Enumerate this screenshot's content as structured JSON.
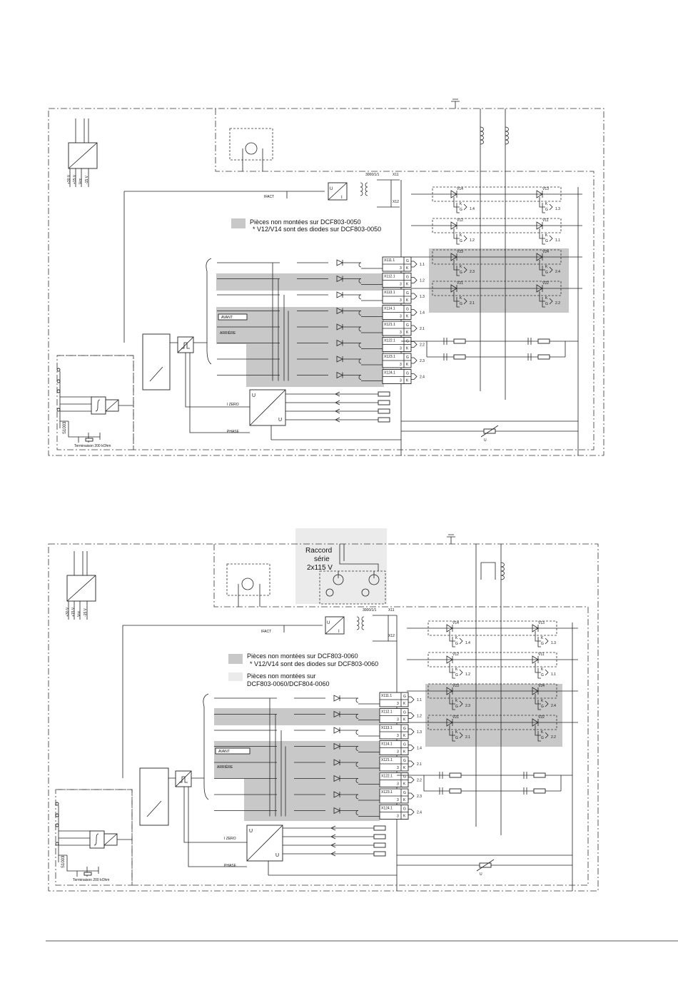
{
  "panel1": {
    "legend": {
      "dark": "Pièces non montées sur DCF803-0050",
      "note": "* V12/V14 sont des diodes sur DCF803-0050"
    },
    "labels": {
      "transformer": "3000/1/1",
      "x11": "X11",
      "x12": "X12",
      "ifact": "IFACT",
      "izero": "I ZERO",
      "phase": "PHASE",
      "avant": "AVANT",
      "arriere": "ARRIÈRE",
      "termination": "Terminaison 200 kOhm",
      "s1003": "S1003",
      "u": "U",
      "i": "I",
      "plus30": "+30 V",
      "plus15": "+15 V",
      "vcc": "Vcc",
      "minus15": "-15 V"
    },
    "connectors": [
      {
        "x": "X111.1",
        "n": "3",
        "g": "G",
        "k": "K",
        "ref": "1.1"
      },
      {
        "x": "X112.1",
        "n": "3",
        "g": "G",
        "k": "K",
        "ref": "1.2"
      },
      {
        "x": "X113.1",
        "n": "3",
        "g": "G",
        "k": "K",
        "ref": "1.3"
      },
      {
        "x": "X114.1",
        "n": "3",
        "g": "G",
        "k": "K",
        "ref": "1.4"
      },
      {
        "x": "X121.1",
        "n": "3",
        "g": "G",
        "k": "K",
        "ref": "2.1"
      },
      {
        "x": "X122.1",
        "n": "3",
        "g": "G",
        "k": "K",
        "ref": "2.2"
      },
      {
        "x": "X123.1",
        "n": "3",
        "g": "G",
        "k": "K",
        "ref": "2.3"
      },
      {
        "x": "X124.1",
        "n": "3",
        "g": "G",
        "k": "K",
        "ref": "2.4"
      }
    ],
    "thyristors": [
      {
        "name": "V14",
        "ref": "1.4"
      },
      {
        "name": "V13",
        "ref": "1.3"
      },
      {
        "name": "V12",
        "ref": "1.2"
      },
      {
        "name": "V11",
        "ref": "1.1"
      },
      {
        "name": "V23",
        "ref": "2.3"
      },
      {
        "name": "V24",
        "ref": "2.4"
      },
      {
        "name": "V21",
        "ref": "2.1"
      },
      {
        "name": "V22",
        "ref": "2.2"
      }
    ]
  },
  "panel2": {
    "legend": {
      "dark": "Pièces non montées sur DCF803-0060",
      "note": "* V12/V14 sont des diodes sur DCF803-0060",
      "light_line1": "Pièces non montées sur",
      "light_line2": "DCF803-0060/DCF804-0060"
    },
    "raccord": {
      "line1": "Raccord",
      "line2": "série",
      "line3": "2x115 V"
    },
    "labels": {
      "transformer": "3000/1/1",
      "x11": "X11",
      "x12": "X12",
      "ifact": "IFACT",
      "izero": "I ZERO",
      "phase": "PHASE",
      "avant": "AVANT",
      "arriere": "ARRIÈRE",
      "termination": "Terminaison 200 kOhm",
      "s1003": "S1003",
      "u": "U",
      "i": "I",
      "plus30": "+30 V",
      "plus15": "+15 V",
      "vcc": "Vcc",
      "minus15": "-15 V"
    },
    "connectors": [
      {
        "x": "X111.1",
        "n": "3",
        "g": "G",
        "k": "K",
        "ref": "1.1"
      },
      {
        "x": "X112.1",
        "n": "3",
        "g": "G",
        "k": "K",
        "ref": "1.2"
      },
      {
        "x": "X113.1",
        "n": "3",
        "g": "G",
        "k": "K",
        "ref": "1.3"
      },
      {
        "x": "X114.1",
        "n": "3",
        "g": "G",
        "k": "K",
        "ref": "1.4"
      },
      {
        "x": "X121.1",
        "n": "3",
        "g": "G",
        "k": "K",
        "ref": "2.1"
      },
      {
        "x": "X122.1",
        "n": "3",
        "g": "G",
        "k": "K",
        "ref": "2.2"
      },
      {
        "x": "X123.1",
        "n": "3",
        "g": "G",
        "k": "K",
        "ref": "2.3"
      },
      {
        "x": "X124.1",
        "n": "3",
        "g": "G",
        "k": "K",
        "ref": "2.4"
      }
    ],
    "thyristors": [
      {
        "name": "V14",
        "ref": "1.4"
      },
      {
        "name": "V13",
        "ref": "1.3"
      },
      {
        "name": "V12",
        "ref": "1.2"
      },
      {
        "name": "V11",
        "ref": "1.1"
      },
      {
        "name": "V23",
        "ref": "2.3"
      },
      {
        "name": "V24",
        "ref": "2.4"
      },
      {
        "name": "V21",
        "ref": "2.1"
      },
      {
        "name": "V22",
        "ref": "2.2"
      }
    ]
  },
  "colors": {
    "shade_dark": "#c8c8c8",
    "shade_light": "#ebebeb",
    "line": "#222222"
  }
}
